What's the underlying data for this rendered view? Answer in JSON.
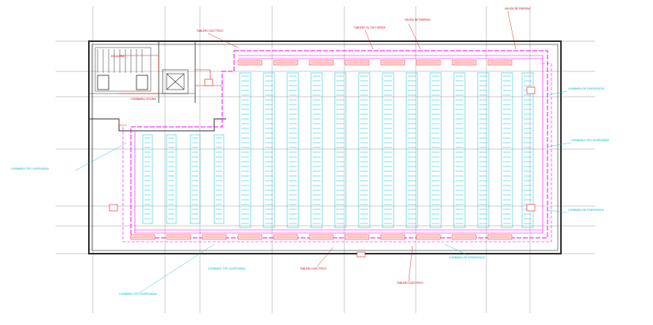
{
  "drawing": {
    "colors": {
      "grid": "#9a9a9a",
      "wall": "#303030",
      "rack": "#00c0d8",
      "lighting_circuit": "#ff00ff",
      "panel_tag": "#ff3030",
      "annotation_red": "#d40000",
      "annotation_cyan": "#00b8d0"
    },
    "icons": [
      "stair-icon",
      "elevator-icon",
      "electrical-panel-icon"
    ],
    "annotations": {
      "top_red_1": "TABLERO ELECTRICO",
      "top_red_2": "TABLERO EL. DE FUERZA",
      "top_red_3": "SALIDA DE ENERGIA",
      "top_red_4": "SALIDA DE ENERGIA",
      "bottom_red_1": "TABLERO ELECTRICO",
      "bottom_red_2": "TABLERO ELECTRICO",
      "left_cyan": "LUMINARIA TIPO SUSPENDIDA",
      "right_cyan_1": "LUMINARIA DE EMERGENCIA",
      "right_cyan_2": "LUMINARIA TIPO SUSPENDIDA",
      "right_cyan_3": "LUMINARIA DE EMERGENCIA",
      "bottom_cyan_1": "LUMINARIA TIPO SUSPENDIDA",
      "bottom_cyan_2": "LUMINARIA TIPO SUSPENDIDA",
      "bottom_cyan_3": "LUMINARIA DE EMERGENCIA",
      "stair_note": "ESCALERA",
      "lobby_note": "LUMINARIA OFICINA"
    }
  }
}
